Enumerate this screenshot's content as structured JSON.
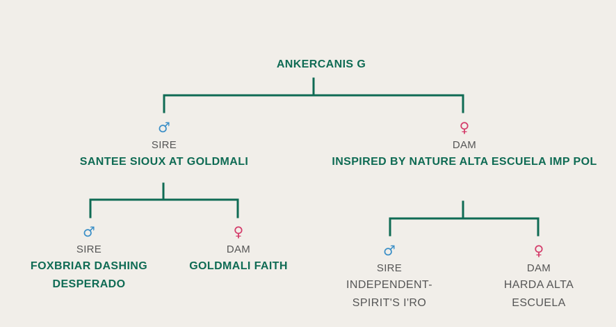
{
  "colors": {
    "background": "#f1eee9",
    "line": "#0f6b54",
    "name": "#0f6b54",
    "role": "#555555",
    "male_symbol": "#3b8fc7",
    "female_symbol": "#d43c6a"
  },
  "symbols": {
    "male": "♂",
    "female": "♀"
  },
  "pedigree": {
    "subject": {
      "name": "ANKERCANIS G"
    },
    "sire": {
      "role": "SIRE",
      "name": "SANTEE SIOUX AT GOLDMALI",
      "sire": {
        "role": "SIRE",
        "name": "FOXBRIAR DASHING DESPERADO"
      },
      "dam": {
        "role": "DAM",
        "name": "GOLDMALI FAITH"
      }
    },
    "dam": {
      "role": "DAM",
      "name": "INSPIRED BY NATURE ALTA ESCUELA IMP POL",
      "sire": {
        "role": "SIRE",
        "name": "INDEPENDENT-SPIRIT'S I'RO"
      },
      "dam": {
        "role": "DAM",
        "name": "HARDA ALTA ESCUELA"
      }
    }
  }
}
